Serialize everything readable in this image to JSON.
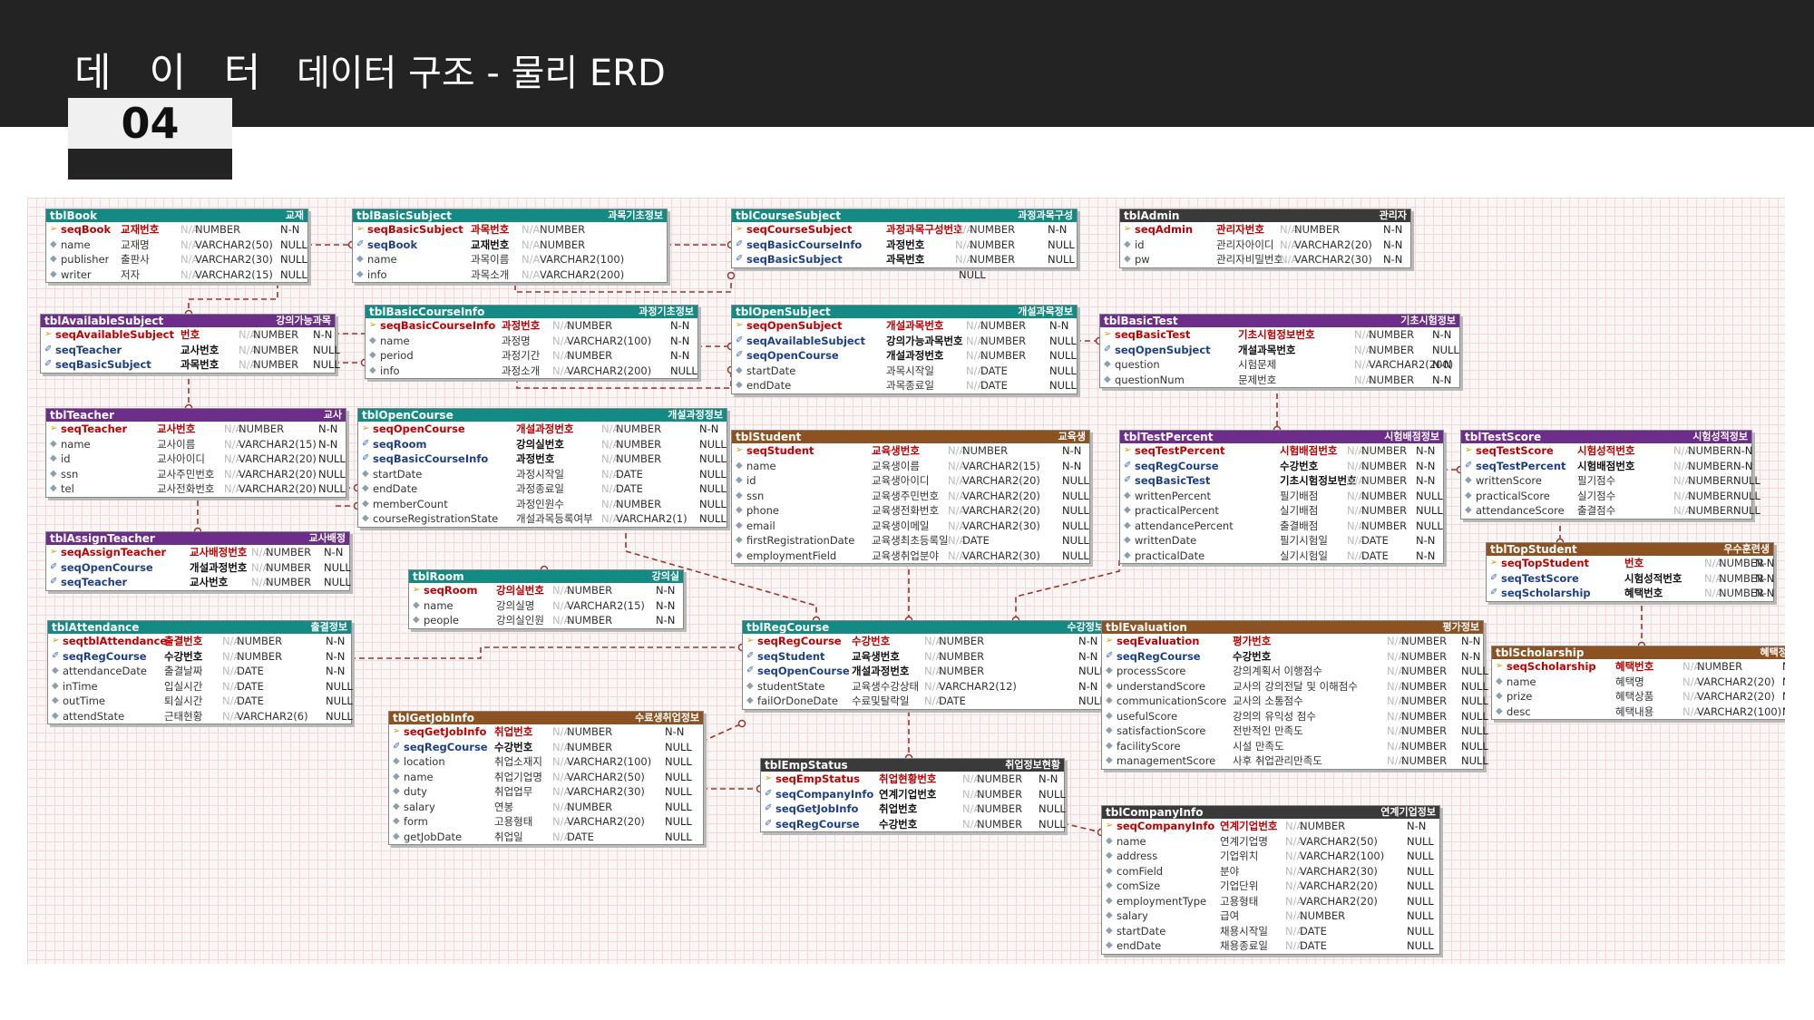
{
  "header": {
    "section_title": "데 이 터",
    "section_number": "04",
    "page_title": "데이터 구조 - 물리 ERD"
  },
  "colors": {
    "header_bg": "#232323",
    "teal": "#138a83",
    "purple": "#6d2d8a",
    "brown": "#8c5222",
    "dark": "#3a3a3a",
    "relation_line": "#a4302a",
    "pk_text": "#c00000",
    "fk_text": "#1e3f88"
  },
  "tables": [
    {
      "name": "tblBook",
      "kor": "교재",
      "color": "teal",
      "rows": [
        [
          "pk",
          "seqBook",
          "교재번호",
          "NUMBER",
          "N-N"
        ],
        [
          "a",
          "name",
          "교재명",
          "VARCHAR2(50)",
          "NULL"
        ],
        [
          "a",
          "publisher",
          "출판사",
          "VARCHAR2(30)",
          "NULL"
        ],
        [
          "a",
          "writer",
          "저자",
          "VARCHAR2(15)",
          "NULL"
        ]
      ]
    },
    {
      "name": "tblBasicSubject",
      "kor": "과목기초정보",
      "color": "teal",
      "rows": [
        [
          "pk",
          "seqBasicSubject",
          "과목번호",
          "NUMBER",
          "N-N"
        ],
        [
          "fk",
          "seqBook",
          "교재번호",
          "NUMBER",
          "NULL"
        ],
        [
          "a",
          "name",
          "과목이름",
          "VARCHAR2(100)",
          "N-N"
        ],
        [
          "a",
          "info",
          "과목소개",
          "VARCHAR2(200)",
          "NULL"
        ]
      ]
    },
    {
      "name": "tblCourseSubject",
      "kor": "과정과목구성",
      "color": "teal",
      "rows": [
        [
          "pk",
          "seqCourseSubject",
          "과정과목구성번호",
          "NUMBER",
          "N-N"
        ],
        [
          "fk",
          "seqBasicCourseInfo",
          "과정번호",
          "NUMBER",
          "NULL"
        ],
        [
          "fk",
          "seqBasicSubject",
          "과목번호",
          "NUMBER",
          "NULL"
        ]
      ]
    },
    {
      "name": "tblAdmin",
      "kor": "관리자",
      "color": "dark",
      "rows": [
        [
          "pk",
          "seqAdmin",
          "관리자번호",
          "NUMBER",
          "N-N"
        ],
        [
          "a",
          "id",
          "관리자아이디",
          "VARCHAR2(20)",
          "N-N"
        ],
        [
          "a",
          "pw",
          "관리자비밀번호",
          "VARCHAR2(30)",
          "N-N"
        ]
      ]
    },
    {
      "name": "tblAvailableSubject",
      "kor": "강의가능과목",
      "color": "purple",
      "rows": [
        [
          "pk",
          "seqAvailableSubject",
          "번호",
          "NUMBER",
          "N-N"
        ],
        [
          "fk",
          "seqTeacher",
          "교사번호",
          "NUMBER",
          "NULL"
        ],
        [
          "fk",
          "seqBasicSubject",
          "과목번호",
          "NUMBER",
          "NULL"
        ]
      ]
    },
    {
      "name": "tblBasicCourseInfo",
      "kor": "과정기초정보",
      "color": "teal",
      "rows": [
        [
          "pk",
          "seqBasicCourseInfo",
          "과정번호",
          "NUMBER",
          "N-N"
        ],
        [
          "a",
          "name",
          "과정명",
          "VARCHAR2(100)",
          "N-N"
        ],
        [
          "a",
          "period",
          "과정기간",
          "NUMBER",
          "N-N"
        ],
        [
          "a",
          "info",
          "과정소개",
          "VARCHAR2(200)",
          "NULL"
        ]
      ]
    },
    {
      "name": "tblOpenSubject",
      "kor": "개설과목정보",
      "color": "teal",
      "rows": [
        [
          "pk",
          "seqOpenSubject",
          "개설과목번호",
          "NUMBER",
          "N-N"
        ],
        [
          "fk",
          "seqAvailableSubject",
          "강의가능과목번호",
          "NUMBER",
          "NULL"
        ],
        [
          "fk",
          "seqOpenCourse",
          "개설과정번호",
          "NUMBER",
          "NULL"
        ],
        [
          "a",
          "startDate",
          "과목시작일",
          "DATE",
          "NULL"
        ],
        [
          "a",
          "endDate",
          "과목종료일",
          "DATE",
          "NULL"
        ]
      ]
    },
    {
      "name": "tblBasicTest",
      "kor": "기초시험정보",
      "color": "purple",
      "rows": [
        [
          "pk",
          "seqBasicTest",
          "기초시험정보번호",
          "NUMBER",
          "N-N"
        ],
        [
          "fk",
          "seqOpenSubject",
          "개설과목번호",
          "NUMBER",
          "NULL"
        ],
        [
          "a",
          "question",
          "시험문제",
          "VARCHAR2(200)",
          "N-N"
        ],
        [
          "a",
          "questionNum",
          "문제번호",
          "NUMBER",
          "N-N"
        ]
      ]
    },
    {
      "name": "tblTeacher",
      "kor": "교사",
      "color": "purple",
      "rows": [
        [
          "pk",
          "seqTeacher",
          "교사번호",
          "NUMBER",
          "N-N"
        ],
        [
          "a",
          "name",
          "교사이름",
          "VARCHAR2(15)",
          "N-N"
        ],
        [
          "a",
          "id",
          "교사아이디",
          "VARCHAR2(20)",
          "NULL"
        ],
        [
          "a",
          "ssn",
          "교사주민번호",
          "VARCHAR2(20)",
          "NULL"
        ],
        [
          "a",
          "tel",
          "교사전화번호",
          "VARCHAR2(20)",
          "NULL"
        ]
      ]
    },
    {
      "name": "tblOpenCourse",
      "kor": "개설과정정보",
      "color": "teal",
      "rows": [
        [
          "pk",
          "seqOpenCourse",
          "개설과정번호",
          "NUMBER",
          "N-N"
        ],
        [
          "fk",
          "seqRoom",
          "강의실번호",
          "NUMBER",
          "NULL"
        ],
        [
          "fk",
          "seqBasicCourseInfo",
          "과정번호",
          "NUMBER",
          "NULL"
        ],
        [
          "a",
          "startDate",
          "과정시작일",
          "DATE",
          "NULL"
        ],
        [
          "a",
          "endDate",
          "과정종료일",
          "DATE",
          "NULL"
        ],
        [
          "a",
          "memberCount",
          "과정인원수",
          "NUMBER",
          "NULL"
        ],
        [
          "a",
          "courseRegistrationState",
          "개설과목등록여부",
          "VARCHAR2(1)",
          "NULL"
        ]
      ]
    },
    {
      "name": "tblStudent",
      "kor": "교육생",
      "color": "brown",
      "rows": [
        [
          "pk",
          "seqStudent",
          "교육생번호",
          "NUMBER",
          "N-N"
        ],
        [
          "a",
          "name",
          "교육생이름",
          "VARCHAR2(15)",
          "N-N"
        ],
        [
          "a",
          "id",
          "교육생아이디",
          "VARCHAR2(20)",
          "NULL"
        ],
        [
          "a",
          "ssn",
          "교육생주민번호",
          "VARCHAR2(20)",
          "NULL"
        ],
        [
          "a",
          "phone",
          "교육생전화번호",
          "VARCHAR2(20)",
          "NULL"
        ],
        [
          "a",
          "email",
          "교육생이메일",
          "VARCHAR2(30)",
          "NULL"
        ],
        [
          "a",
          "firstRegistrationDate",
          "교육생최초등록일",
          "DATE",
          "NULL"
        ],
        [
          "a",
          "employmentField",
          "교육생취업분야",
          "VARCHAR2(30)",
          "NULL"
        ]
      ]
    },
    {
      "name": "tblTestPercent",
      "kor": "시험배점정보",
      "color": "purple",
      "rows": [
        [
          "pk",
          "seqTestPercent",
          "시험배점번호",
          "NUMBER",
          "N-N"
        ],
        [
          "fk",
          "seqRegCourse",
          "수강번호",
          "NUMBER",
          "N-N"
        ],
        [
          "fk",
          "seqBasicTest",
          "기초시험정보번호",
          "NUMBER",
          "N-N"
        ],
        [
          "a",
          "writtenPercent",
          "필기배점",
          "NUMBER",
          "NULL"
        ],
        [
          "a",
          "practicalPercent",
          "실기배점",
          "NUMBER",
          "NULL"
        ],
        [
          "a",
          "attendancePercent",
          "출결배점",
          "NUMBER",
          "NULL"
        ],
        [
          "a",
          "writtenDate",
          "필기시험일",
          "DATE",
          "N-N"
        ],
        [
          "a",
          "practicalDate",
          "실기시험일",
          "DATE",
          "N-N"
        ]
      ]
    },
    {
      "name": "tblTestScore",
      "kor": "시험성적정보",
      "color": "purple",
      "rows": [
        [
          "pk",
          "seqTestScore",
          "시험성적번호",
          "NUMBER",
          "N-N"
        ],
        [
          "fk",
          "seqTestPercent",
          "시험배점번호",
          "NUMBER",
          "N-N"
        ],
        [
          "a",
          "writtenScore",
          "필기점수",
          "NUMBER",
          "NULL"
        ],
        [
          "a",
          "practicalScore",
          "실기점수",
          "NUMBER",
          "NULL"
        ],
        [
          "a",
          "attendanceScore",
          "출결점수",
          "NUMBER",
          "NULL"
        ]
      ]
    },
    {
      "name": "tblAssignTeacher",
      "kor": "교사배정",
      "color": "purple",
      "rows": [
        [
          "pk",
          "seqAssignTeacher",
          "교사배정번호",
          "NUMBER",
          "N-N"
        ],
        [
          "fk",
          "seqOpenCourse",
          "개설과정번호",
          "NUMBER",
          "NULL"
        ],
        [
          "fk",
          "seqTeacher",
          "교사번호",
          "NUMBER",
          "NULL"
        ]
      ]
    },
    {
      "name": "tblRoom",
      "kor": "강의실",
      "color": "teal",
      "rows": [
        [
          "pk",
          "seqRoom",
          "강의실번호",
          "NUMBER",
          "N-N"
        ],
        [
          "a",
          "name",
          "강의실명",
          "VARCHAR2(15)",
          "N-N"
        ],
        [
          "a",
          "people",
          "강의실인원",
          "NUMBER",
          "N-N"
        ]
      ]
    },
    {
      "name": "tblTopStudent",
      "kor": "우수훈련생",
      "color": "brown",
      "rows": [
        [
          "pk",
          "seqTopStudent",
          "번호",
          "NUMBER",
          "N-N"
        ],
        [
          "fk",
          "seqTestScore",
          "시험성적번호",
          "NUMBER",
          "N-N"
        ],
        [
          "fk",
          "seqScholarship",
          "혜택번호",
          "NUMBER",
          "N-N"
        ]
      ]
    },
    {
      "name": "tblAttendance",
      "kor": "출결정보",
      "color": "teal",
      "rows": [
        [
          "pk",
          "seqtblAttendance",
          "출결번호",
          "NUMBER",
          "N-N"
        ],
        [
          "fk",
          "seqRegCourse",
          "수강번호",
          "NUMBER",
          "N-N"
        ],
        [
          "a",
          "attendanceDate",
          "출결날짜",
          "DATE",
          "N-N"
        ],
        [
          "a",
          "inTime",
          "입실시간",
          "DATE",
          "NULL"
        ],
        [
          "a",
          "outTime",
          "퇴실시간",
          "DATE",
          "NULL"
        ],
        [
          "a",
          "attendState",
          "근태현황",
          "VARCHAR2(6)",
          "NULL"
        ]
      ]
    },
    {
      "name": "tblRegCourse",
      "kor": "수강정보",
      "color": "teal",
      "rows": [
        [
          "pk",
          "seqRegCourse",
          "수강번호",
          "NUMBER",
          "N-N"
        ],
        [
          "fk",
          "seqStudent",
          "교육생번호",
          "NUMBER",
          "N-N"
        ],
        [
          "fk",
          "seqOpenCourse",
          "개설과정번호",
          "NUMBER",
          "NULL"
        ],
        [
          "a",
          "studentState",
          "교육생수강상태",
          "VARCHAR2(12)",
          "N-N"
        ],
        [
          "a",
          "failOrDoneDate",
          "수료및탈락일",
          "DATE",
          "NULL"
        ]
      ]
    },
    {
      "name": "tblEvaluation",
      "kor": "평가정보",
      "color": "brown",
      "rows": [
        [
          "pk",
          "seqEvaluation",
          "평가번호",
          "NUMBER",
          "N-N"
        ],
        [
          "fk",
          "seqRegCourse",
          "수강번호",
          "NUMBER",
          "N-N"
        ],
        [
          "a",
          "processScore",
          "강의계획서 이행점수",
          "NUMBER",
          "NULL"
        ],
        [
          "a",
          "understandScore",
          "교사의 강의전달 및 이해점수",
          "NUMBER",
          "NULL"
        ],
        [
          "a",
          "communicationScore",
          "교사의 소통점수",
          "NUMBER",
          "NULL"
        ],
        [
          "a",
          "usefulScore",
          "강의의 유익성 점수",
          "NUMBER",
          "NULL"
        ],
        [
          "a",
          "satisfactionScore",
          "전반적인 만족도",
          "NUMBER",
          "NULL"
        ],
        [
          "a",
          "facilityScore",
          "시설 만족도",
          "NUMBER",
          "NULL"
        ],
        [
          "a",
          "managementScore",
          "사후 취업관리만족도",
          "NUMBER",
          "NULL"
        ]
      ]
    },
    {
      "name": "tblScholarship",
      "kor": "혜택정보",
      "color": "brown",
      "rows": [
        [
          "pk",
          "seqScholarship",
          "혜택번호",
          "NUMBER",
          "N-N"
        ],
        [
          "a",
          "name",
          "혜택명",
          "VARCHAR2(20)",
          "NULL"
        ],
        [
          "a",
          "prize",
          "혜택상품",
          "VARCHAR2(20)",
          "NULL"
        ],
        [
          "a",
          "desc",
          "혜택내용",
          "VARCHAR2(100)",
          "NULL"
        ]
      ]
    },
    {
      "name": "tblGetJobInfo",
      "kor": "수료생취업정보",
      "color": "brown",
      "rows": [
        [
          "pk",
          "seqGetJobInfo",
          "취업번호",
          "NUMBER",
          "N-N"
        ],
        [
          "fk",
          "seqRegCourse",
          "수강번호",
          "NUMBER",
          "NULL"
        ],
        [
          "a",
          "location",
          "취업소재지",
          "VARCHAR2(100)",
          "NULL"
        ],
        [
          "a",
          "name",
          "취업기업명",
          "VARCHAR2(50)",
          "NULL"
        ],
        [
          "a",
          "duty",
          "취업업무",
          "VARCHAR2(30)",
          "NULL"
        ],
        [
          "a",
          "salary",
          "연봉",
          "NUMBER",
          "NULL"
        ],
        [
          "a",
          "form",
          "고용형태",
          "VARCHAR2(20)",
          "NULL"
        ],
        [
          "a",
          "getJobDate",
          "취업일",
          "DATE",
          "NULL"
        ]
      ]
    },
    {
      "name": "tblEmpStatus",
      "kor": "취업정보현황",
      "color": "dark",
      "rows": [
        [
          "pk",
          "seqEmpStatus",
          "취업현황번호",
          "NUMBER",
          "N-N"
        ],
        [
          "fk",
          "seqCompanyInfo",
          "연계기업번호",
          "NUMBER",
          "NULL"
        ],
        [
          "fk",
          "seqGetJobInfo",
          "취업번호",
          "NUMBER",
          "NULL"
        ],
        [
          "fk",
          "seqRegCourse",
          "수강번호",
          "NUMBER",
          "NULL"
        ]
      ]
    },
    {
      "name": "tblCompanyInfo",
      "kor": "연계기업정보",
      "color": "dark",
      "rows": [
        [
          "pk",
          "seqCompanyInfo",
          "연계기업번호",
          "NUMBER",
          "N-N"
        ],
        [
          "a",
          "name",
          "연계기업명",
          "VARCHAR2(50)",
          "NULL"
        ],
        [
          "a",
          "address",
          "기업위치",
          "VARCHAR2(100)",
          "NULL"
        ],
        [
          "a",
          "comField",
          "분야",
          "VARCHAR2(30)",
          "NULL"
        ],
        [
          "a",
          "comSize",
          "기업단위",
          "VARCHAR2(20)",
          "NULL"
        ],
        [
          "a",
          "employmentType",
          "고용형태",
          "VARCHAR2(20)",
          "NULL"
        ],
        [
          "a",
          "salary",
          "급여",
          "NUMBER",
          "NULL"
        ],
        [
          "a",
          "startDate",
          "채용시작일",
          "DATE",
          "NULL"
        ],
        [
          "a",
          "endDate",
          "채용종료일",
          "DATE",
          "NULL"
        ]
      ]
    }
  ],
  "null_placeholder": "N/A"
}
